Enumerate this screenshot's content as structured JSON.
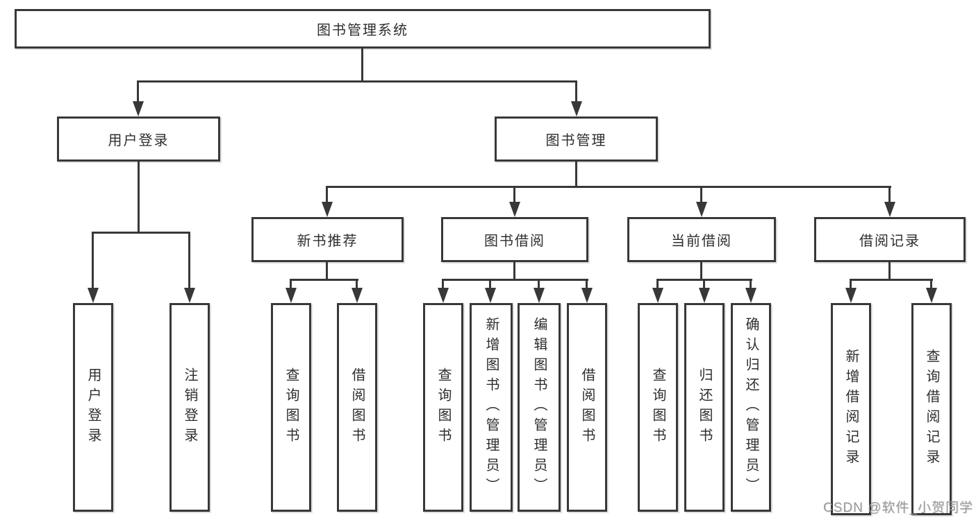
{
  "diagram": {
    "root": {
      "label": "图书管理系统"
    },
    "level2": [
      {
        "label": "用户登录"
      },
      {
        "label": "图书管理"
      }
    ],
    "level3": [
      {
        "label": "新书推荐"
      },
      {
        "label": "图书借阅"
      },
      {
        "label": "当前借阅"
      },
      {
        "label": "借阅记录"
      }
    ],
    "leaves": {
      "user": [
        "用户登录",
        "注销登录"
      ],
      "new_books": [
        "查询图书",
        "借阅图书"
      ],
      "book_borrow": [
        "查询图书",
        "新增图书（管理员）",
        "编辑图书（管理员）",
        "借阅图书"
      ],
      "current_borrow": [
        "查询图书",
        "归还图书",
        "确认归还（管理员）"
      ],
      "borrow_records": [
        "新增借阅记录",
        "查询借阅记录"
      ]
    },
    "watermark": {
      "text": "CSDN @软件_小贺同学"
    },
    "colors": {
      "line": "#383838",
      "box_border": "#383838",
      "box_fill": "#ffffff",
      "background": "#ffffff",
      "text": "#2e2e2e",
      "watermark": "#9a9a9a"
    }
  }
}
